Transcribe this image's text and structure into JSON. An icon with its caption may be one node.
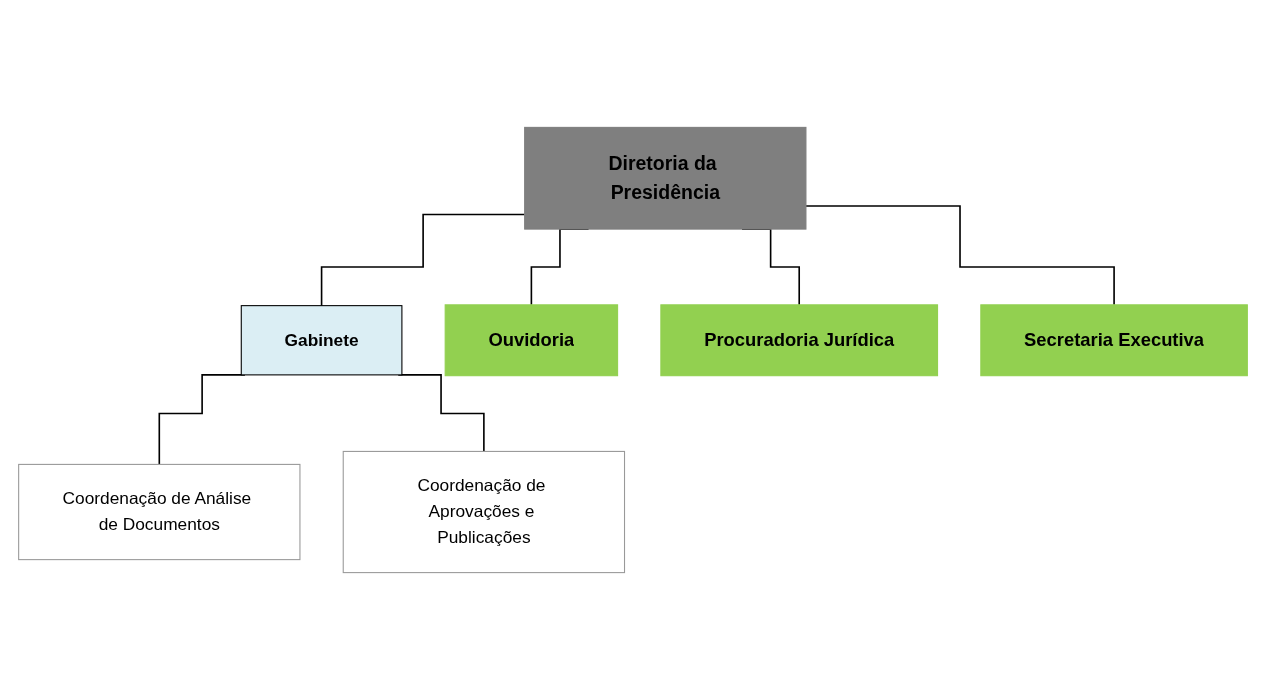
{
  "diagram": {
    "nodes": [
      {
        "text": [
          "Diretoria da Presidência"
        ]
      },
      {
        "text": [
          "Gabinete"
        ]
      },
      {
        "text": [
          "Ouvidoria"
        ]
      },
      {
        "text": [
          "Procuradoria Jurídica"
        ]
      },
      {
        "text": [
          "Secretaria Executiva"
        ]
      },
      {
        "text": [
          "Coordenação de Análise de Documentos"
        ]
      },
      {
        "text": [
          "Coordenação de Aprovações e Publicações"
        ]
      }
    ],
    "edges": [
      {
        "from": 0,
        "to": 1,
        "arrow": "none"
      },
      {
        "from": 0,
        "to": 2,
        "arrow": "none"
      },
      {
        "from": 0,
        "to": 3,
        "arrow": "none"
      },
      {
        "from": 0,
        "to": 4,
        "arrow": "none"
      },
      {
        "from": 1,
        "to": 5,
        "arrow": "none"
      },
      {
        "from": 1,
        "to": 6,
        "arrow": "none"
      }
    ]
  }
}
